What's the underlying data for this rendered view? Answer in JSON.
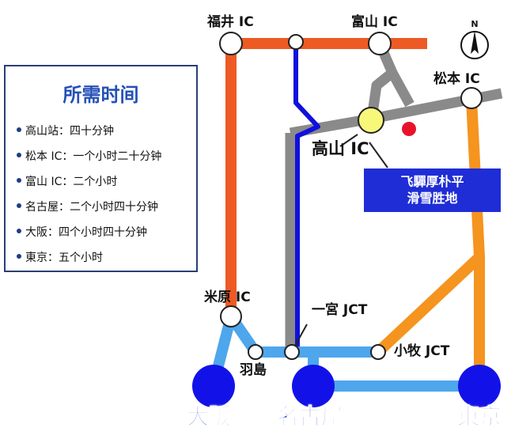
{
  "legend": {
    "title": "所需时间",
    "items": [
      "高山站：四十分钟",
      "松本 IC：一个小时二十分钟",
      "富山 IC：二个小时",
      "名古屋：二个小时四十分钟",
      "大阪：四个小时四十分钟",
      "東京：五个小时"
    ]
  },
  "places": {
    "fukui_ic": "福井 IC",
    "toyama_ic": "富山 IC",
    "matsumoto_ic": "松本 IC",
    "takayama_ic": "高山 IC",
    "maibara_ic": "米原 IC",
    "ichinomiya_jct": "一宮 JCT",
    "hashima": "羽島",
    "komaki_jct": "小牧 JCT"
  },
  "resort": "飞驒厚朴平\n滑雪胜地",
  "cities": {
    "osaka": "大阪",
    "nagoya": "名古屋",
    "tokyo": "東京"
  },
  "compass_label": "N",
  "colors": {
    "route_orange_red": "#ee5a24",
    "route_orange": "#f5941e",
    "route_blue": "#1010dd",
    "route_gray": "#8a8a8a",
    "route_light_blue": "#4ea6ec",
    "city_blue": "#1212e8",
    "highlight_yellow": "#f7f77a",
    "resort_red": "#e8132a"
  }
}
